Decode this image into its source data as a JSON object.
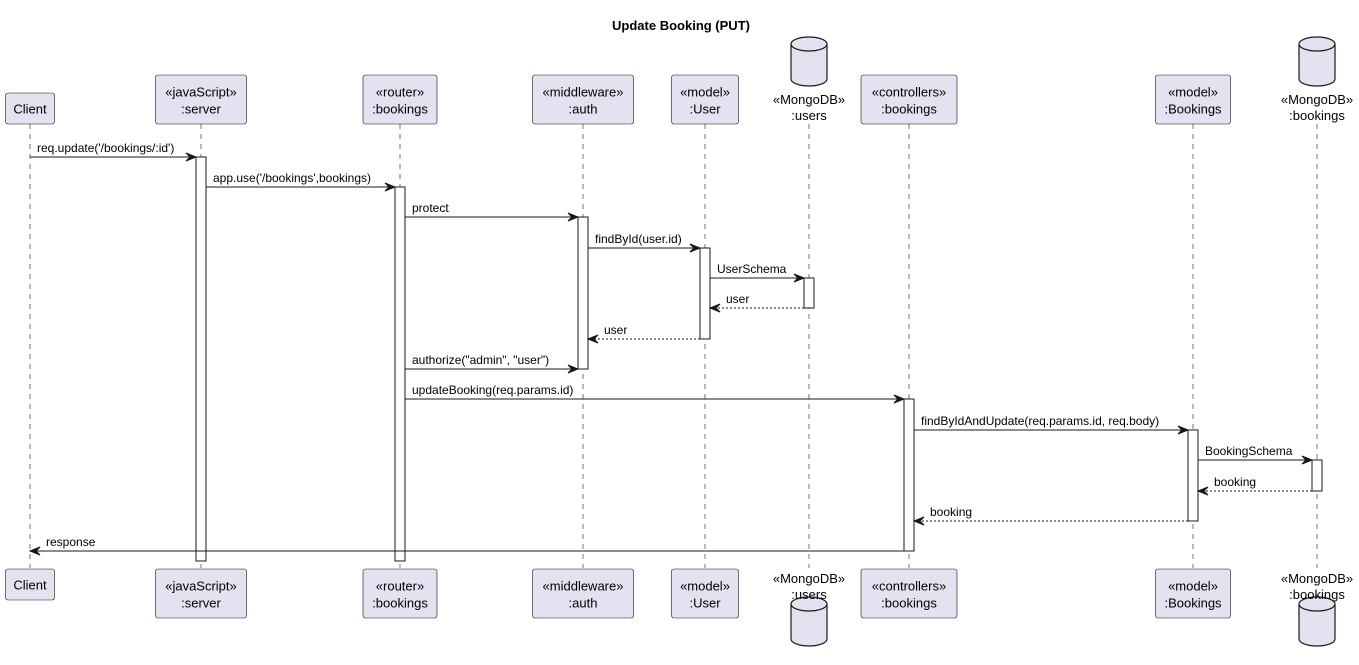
{
  "title": "Update Booking (PUT)",
  "colors": {
    "participant_fill": "#e2e2f0",
    "line": "#181818",
    "background": "#ffffff"
  },
  "participants": [
    {
      "id": "client",
      "kind": "box",
      "lines": [
        "Client"
      ]
    },
    {
      "id": "server",
      "kind": "box",
      "lines": [
        "«javaScript»",
        ":server"
      ]
    },
    {
      "id": "router",
      "kind": "box",
      "lines": [
        "«router»",
        ":bookings"
      ]
    },
    {
      "id": "auth",
      "kind": "box",
      "lines": [
        "«middleware»",
        ":auth"
      ]
    },
    {
      "id": "user-model",
      "kind": "box",
      "lines": [
        "«model»",
        ":User"
      ]
    },
    {
      "id": "users-db",
      "kind": "database",
      "lines": [
        "«MongoDB»",
        ":users"
      ]
    },
    {
      "id": "controller",
      "kind": "box",
      "lines": [
        "«controllers»",
        ":bookings"
      ]
    },
    {
      "id": "bookings-model",
      "kind": "box",
      "lines": [
        "«model»",
        ":Bookings"
      ]
    },
    {
      "id": "bookings-db",
      "kind": "database",
      "lines": [
        "«MongoDB»",
        ":bookings"
      ]
    }
  ],
  "messages": [
    {
      "from": "client",
      "to": "server",
      "label": "req.update('/bookings/:id')",
      "style": "solid"
    },
    {
      "from": "server",
      "to": "router",
      "label": "app.use('/bookings',bookings)",
      "style": "solid"
    },
    {
      "from": "router",
      "to": "auth",
      "label": "protect",
      "style": "solid"
    },
    {
      "from": "auth",
      "to": "user-model",
      "label": "findById(user.id)",
      "style": "solid"
    },
    {
      "from": "user-model",
      "to": "users-db",
      "label": "UserSchema",
      "style": "solid"
    },
    {
      "from": "users-db",
      "to": "user-model",
      "label": "user",
      "style": "dashed"
    },
    {
      "from": "user-model",
      "to": "auth",
      "label": "user",
      "style": "dashed"
    },
    {
      "from": "router",
      "to": "auth",
      "label": "authorize(\"admin\", \"user\")",
      "style": "solid"
    },
    {
      "from": "router",
      "to": "controller",
      "label": "updateBooking(req.params.id)",
      "style": "solid"
    },
    {
      "from": "controller",
      "to": "bookings-model",
      "label": "findByIdAndUpdate(req.params.id, req.body)",
      "style": "solid"
    },
    {
      "from": "bookings-model",
      "to": "bookings-db",
      "label": "BookingSchema",
      "style": "solid"
    },
    {
      "from": "bookings-db",
      "to": "bookings-model",
      "label": "booking",
      "style": "dashed"
    },
    {
      "from": "bookings-model",
      "to": "controller",
      "label": "booking",
      "style": "dashed"
    },
    {
      "from": "controller",
      "to": "client",
      "label": "response",
      "style": "solid"
    }
  ]
}
